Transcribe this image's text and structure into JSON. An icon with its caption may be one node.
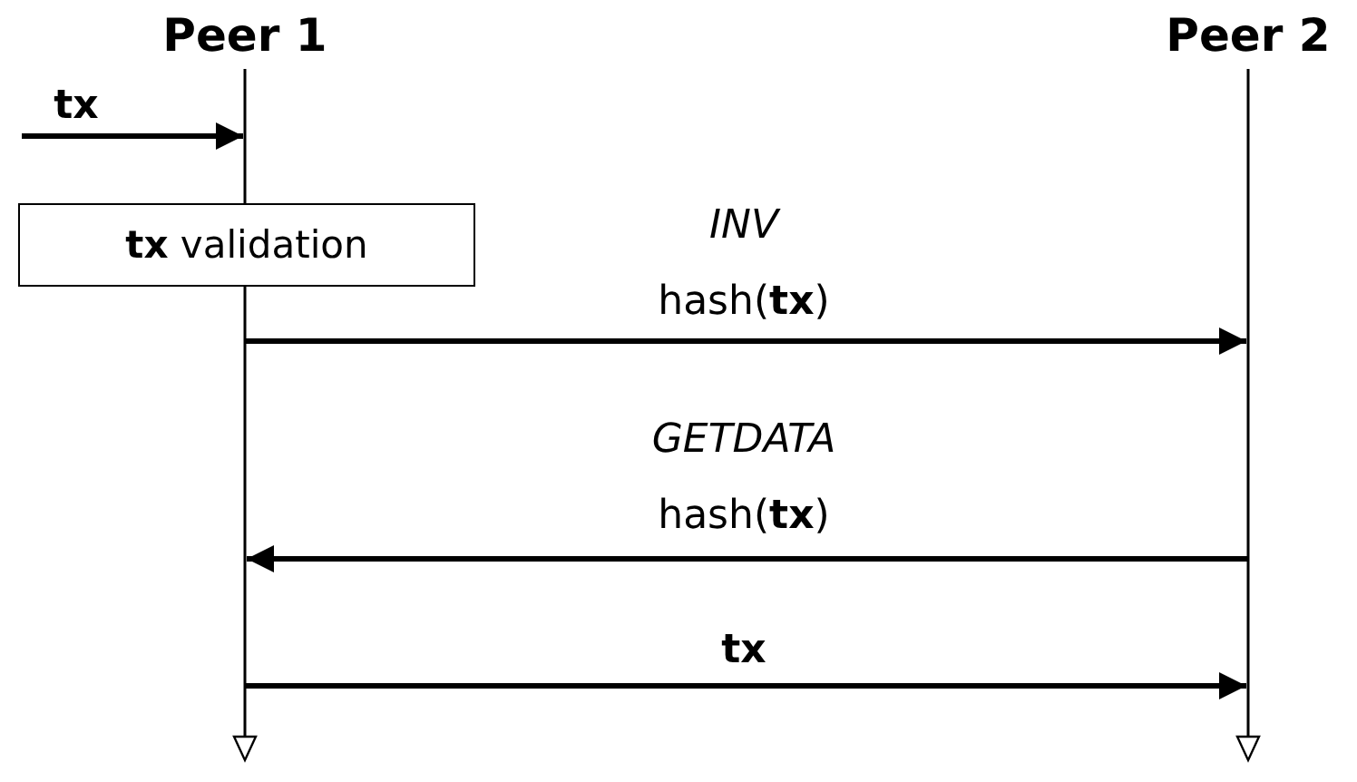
{
  "diagram": {
    "nodes": [
      {
        "text": [
          "Peer 1"
        ]
      },
      {
        "text": [
          "Peer 2"
        ]
      },
      {
        "text": [
          "**tx** validation"
        ]
      }
    ],
    "edges": [
      {
        "from": null,
        "to": 0,
        "arrow": "to",
        "label": "**tx**"
      },
      {
        "from": 0,
        "to": 1,
        "arrow": "to",
        "label": "*INV* hash(**tx**)"
      },
      {
        "from": 1,
        "to": 0,
        "arrow": "to",
        "label": "*GETDATA* hash(**tx**)"
      },
      {
        "from": 0,
        "to": 1,
        "arrow": "to",
        "label": "**tx**"
      }
    ]
  }
}
